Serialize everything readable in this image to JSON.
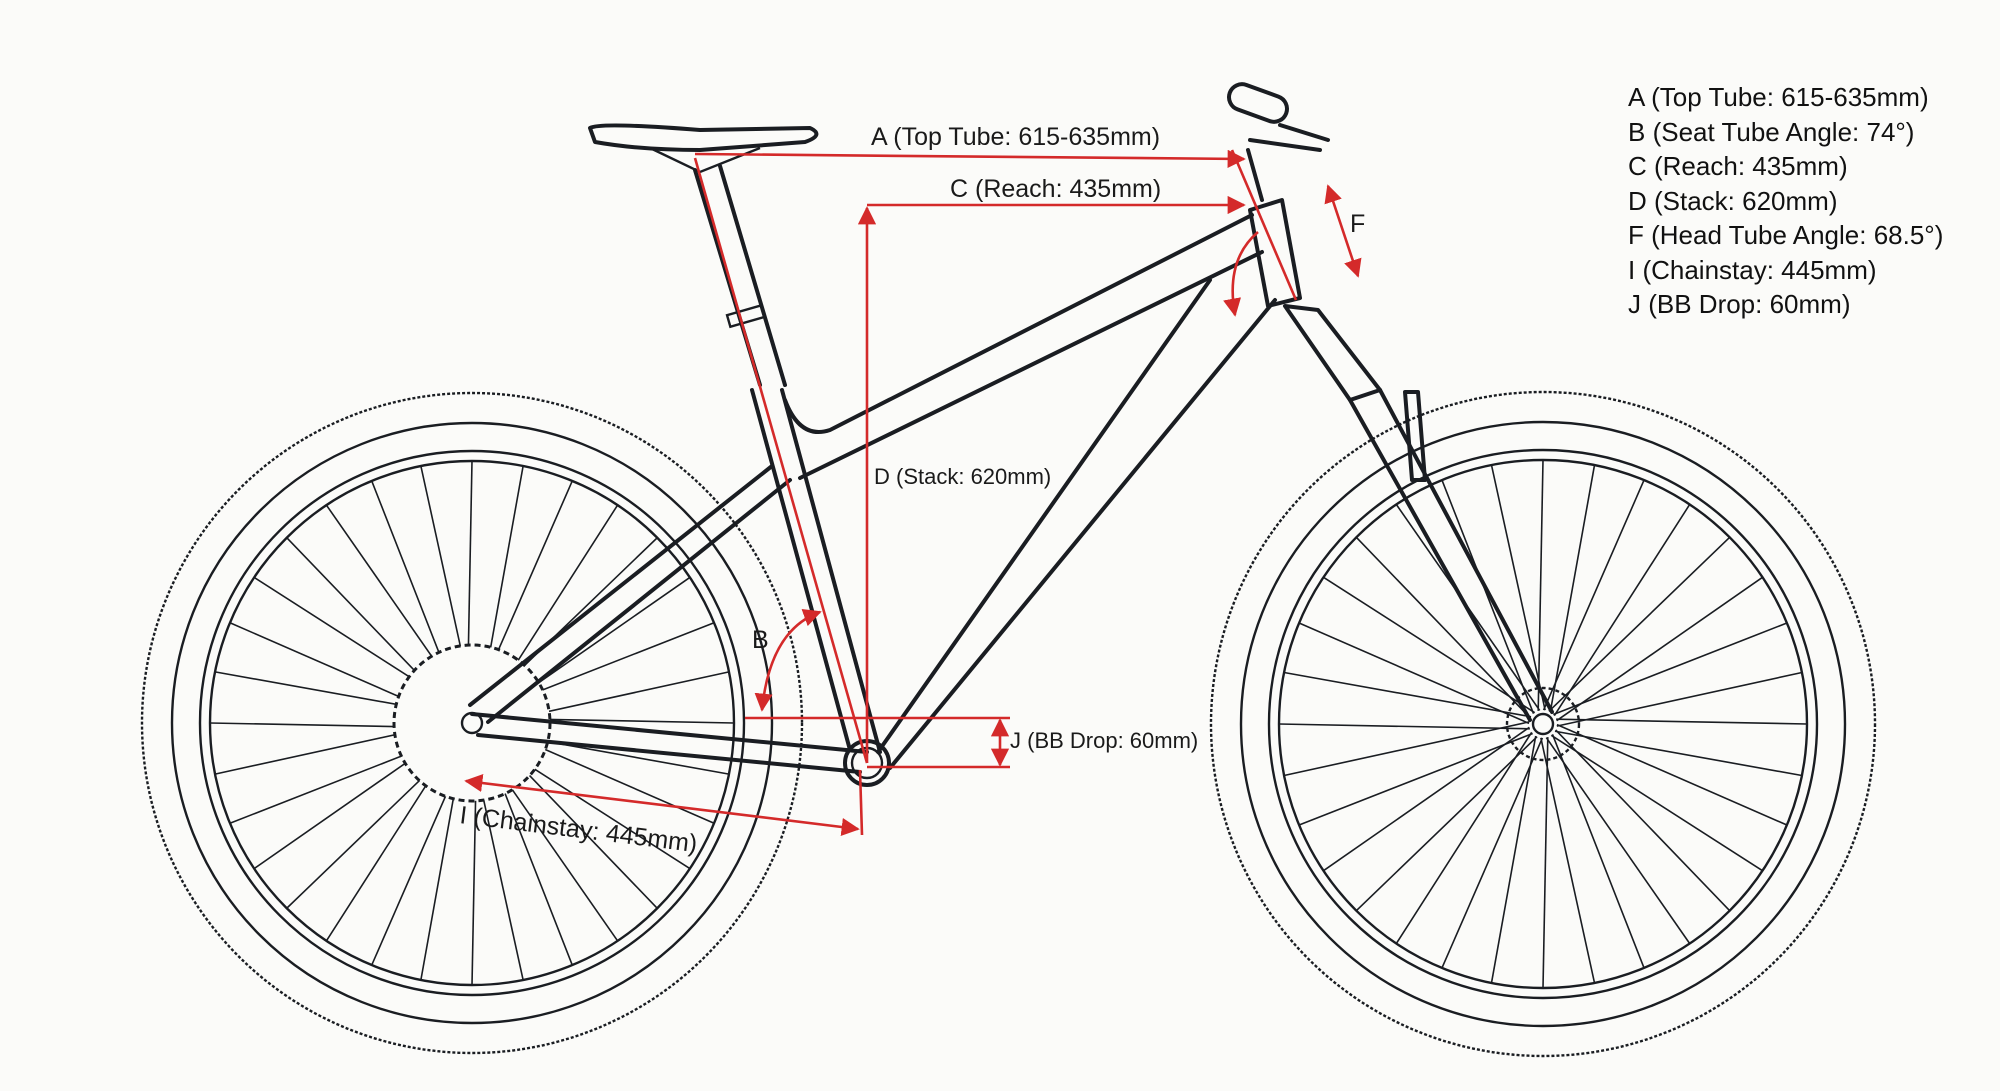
{
  "diagram": {
    "labels": {
      "top_tube": "A (Top Tube: 615-635mm)",
      "reach": "C (Reach: 435mm)",
      "stack": "D (Stack: 620mm)",
      "seat_angle": "B",
      "bb_drop": "J (BB Drop: 60mm)",
      "chainstay": "I (Chainstay: 445mm)",
      "head_angle": "F"
    },
    "colors": {
      "frame": "#1a1d22",
      "dimension": "#d42a2a",
      "background": "#fbfbf9"
    }
  },
  "legend": [
    "A (Top Tube: 615-635mm)",
    "B (Seat Tube Angle: 74°)",
    "C (Reach: 435mm)",
    "D (Stack: 620mm)",
    "F (Head Tube Angle: 68.5°)",
    "I (Chainstay: 445mm)",
    "J (BB Drop: 60mm)"
  ]
}
